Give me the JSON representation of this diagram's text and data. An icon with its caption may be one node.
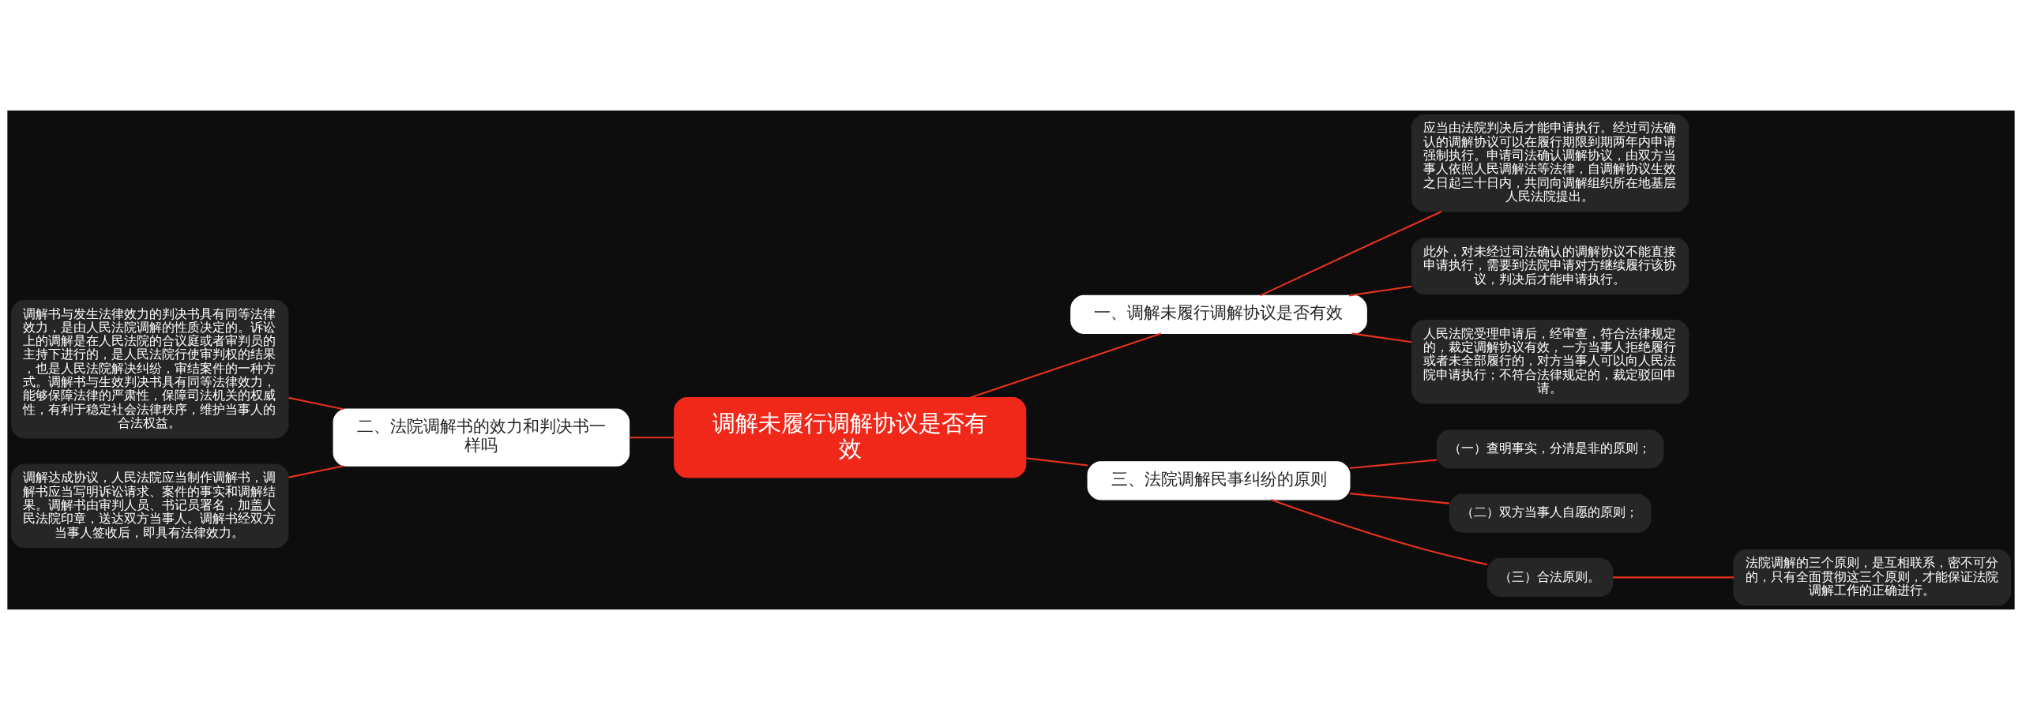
{
  "diagram": {
    "nodes": [
      {
        "text": [
          "调解未履行调解协议是否有效"
        ]
      },
      {
        "text": [
          "一、调解未履行调解协议是否有效"
        ]
      },
      {
        "text": [
          "应当由法院判决后才能申请执行。经过司法确认的调解协议可以在履行期限到期两年内申请强制执行。申请司法确认调解协议，由双方当事人依照人民调解法等法律，自调解协议生效之日起三十日内，共同向调解组织所在地基层人民法院提出。"
        ]
      },
      {
        "text": [
          "此外，对未经过司法确认的调解协议不能直接申请执行，需要到法院申请对方继续履行该协议，判决后才能申请执行。"
        ]
      },
      {
        "text": [
          "人民法院受理申请后，经审查，符合法律规定的，裁定调解协议有效，一方当事人拒绝履行或者未全部履行的，对方当事人可以向人民法院申请执行；不符合法律规定的，裁定驳回申请。"
        ]
      },
      {
        "text": [
          "三、法院调解民事纠纷的原则"
        ]
      },
      {
        "text": [
          "（一）查明事实，分清是非的原则；"
        ]
      },
      {
        "text": [
          "（二）双方当事人自愿的原则；"
        ]
      },
      {
        "text": [
          "（三）合法原则。"
        ]
      },
      {
        "text": [
          "法院调解的三个原则，是互相联系，密不可分的，只有全面贯彻这三个原则，才能保证法院调解工作的正确进行。"
        ]
      },
      {
        "text": [
          "二、法院调解书的效力和判决书一样吗"
        ]
      },
      {
        "text": [
          "调解书与发生法律效力的判决书具有同等法律效力，是由人民法院调解的性质决定的。诉讼上的调解是在人民法院的合议庭或者审判员的主持下进行的，是人民法院行使审判权的结果，也是人民法院解决纠纷，审结案件的一种方式。调解书与生效判决书具有同等法律效力，能够保障法律的严肃性，保障司法机关的权威性，有利于稳定社会法律秩序，维护当事人的合法权益。"
        ]
      },
      {
        "text": [
          "调解达成协议，人民法院应当制作调解书，调解书应当写明诉讼请求、案件的事实和调解结果。调解书由审判人员、书记员署名，加盖人民法院印章，送达双方当事人。调解书经双方当事人签收后，即具有法律效力。"
        ]
      }
    ],
    "edges": [
      {
        "from": 0,
        "to": 1,
        "arrow": "none"
      },
      {
        "from": 1,
        "to": 2,
        "arrow": "none"
      },
      {
        "from": 1,
        "to": 3,
        "arrow": "none"
      },
      {
        "from": 1,
        "to": 4,
        "arrow": "none"
      },
      {
        "from": 0,
        "to": 5,
        "arrow": "none"
      },
      {
        "from": 5,
        "to": 6,
        "arrow": "none"
      },
      {
        "from": 5,
        "to": 7,
        "arrow": "none"
      },
      {
        "from": 5,
        "to": 8,
        "arrow": "none"
      },
      {
        "from": 8,
        "to": 9,
        "arrow": "none"
      },
      {
        "from": 0,
        "to": 10,
        "arrow": "none"
      },
      {
        "from": 10,
        "to": 11,
        "arrow": "none"
      },
      {
        "from": 10,
        "to": 12,
        "arrow": "none"
      }
    ]
  }
}
